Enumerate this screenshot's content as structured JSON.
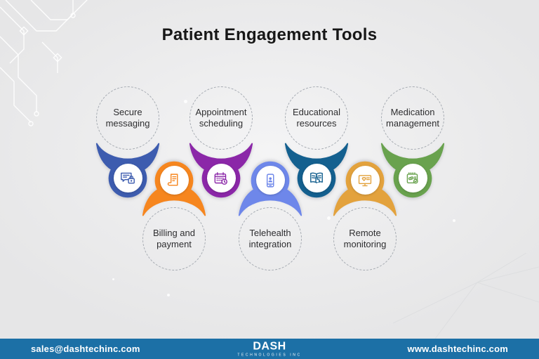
{
  "title": "Patient Engagement Tools",
  "items": [
    {
      "label": "Secure messaging",
      "color": "#3d5caf",
      "icon": "chat-lock",
      "placement": "top"
    },
    {
      "label": "Billing and payment",
      "color": "#f6861f",
      "icon": "receipt",
      "placement": "bottom"
    },
    {
      "label": "Appointment scheduling",
      "color": "#8b27a8",
      "icon": "calendar-clock",
      "placement": "top"
    },
    {
      "label": "Telehealth integration",
      "color": "#6e87ea",
      "icon": "phone-user",
      "placement": "bottom"
    },
    {
      "label": "Educational resources",
      "color": "#14608f",
      "icon": "book-pointer",
      "placement": "top"
    },
    {
      "label": "Remote monitoring",
      "color": "#e3a23d",
      "icon": "monitor-heart",
      "placement": "bottom"
    },
    {
      "label": "Medication management",
      "color": "#69a24e",
      "icon": "pill-calendar",
      "placement": "top"
    }
  ],
  "footer": {
    "email": "sales@dashtechinc.com",
    "website": "www.dashtechinc.com",
    "logo_text": "DASH",
    "logo_subtext": "TECHNOLOGIES INC",
    "bar_color": "#1c70a6"
  }
}
